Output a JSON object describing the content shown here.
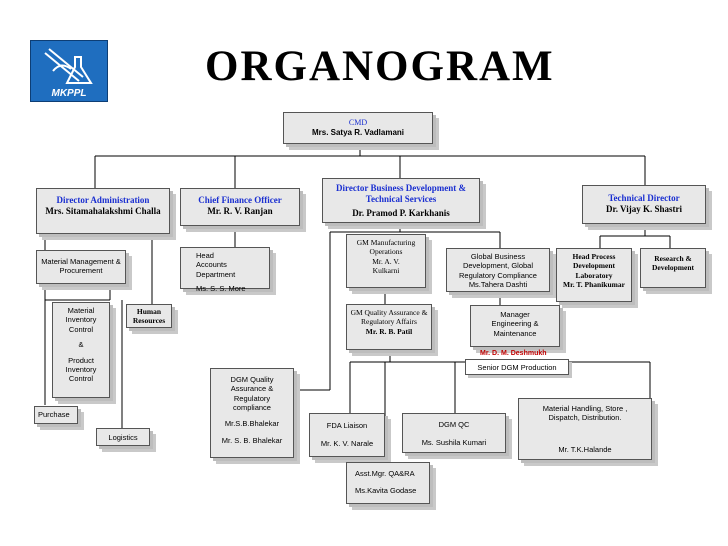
{
  "title": "ORGANOGRAM",
  "logo": {
    "text": "MKPPL"
  },
  "cmd": {
    "role": "CMD",
    "name": "Mrs. Satya  R. Vadlamani"
  },
  "director_admin": {
    "role": "Director Administration",
    "name": "Mrs.  Sitamahalakshmi Challa"
  },
  "cfo": {
    "role": "Chief Finance Officer",
    "name": "Mr. R. V. Ranjan"
  },
  "director_bd": {
    "role": "Director Business Development & Technical Services",
    "name": "Dr. Pramod P. Karkhanis"
  },
  "technical_director": {
    "role": "Technical Director",
    "name": "Dr. Vijay K. Shastri"
  },
  "material_mgmt": {
    "label": "Material Management & Procurement"
  },
  "material_inventory": {
    "line1": "Material Inventory Control",
    "amp": "&",
    "line2": "Product Inventory Control"
  },
  "human_resources": {
    "label": "Human Resources"
  },
  "purchase": {
    "label": "Purchase"
  },
  "logistics": {
    "label": "Logistics"
  },
  "head_accounts": {
    "role": "Head Accounts Department",
    "name": "Ms. S. S. More"
  },
  "gm_manufacturing": {
    "role": "GM Manufacturing Operations",
    "name": "Mr. A. V. Kulkarni"
  },
  "gm_quality": {
    "role": "GM Quality Assurance & Regulatory Affairs",
    "name": "Mr. R. B. Patil"
  },
  "global_business": {
    "role": "Global Business Development, Global Regulatory Compliance",
    "name": "Ms.Tahera Dashti"
  },
  "head_process": {
    "role": "Head Process Development Laboratory",
    "name": "Mr. T. Phanikumar"
  },
  "research": {
    "label": "Research & Development"
  },
  "manager_engineering": {
    "label": "Manager Engineering & Maintenance"
  },
  "senior_dgm": {
    "label": "Senior DGM Production",
    "red_name": "Mr. D. M. Deshmukh"
  },
  "dgm_quality": {
    "role": "DGM Quality Assurance & Regulatory compliance",
    "name1": "Mr.S.B.Bhalekar",
    "name2": "Mr. S. B. Bhalekar"
  },
  "fda_liaison": {
    "role": "FDA Liaison",
    "name": "Mr. K. V. Narale"
  },
  "dgm_qc": {
    "role": "DGM QC",
    "name": "Ms. Sushila Kumari"
  },
  "material_handling": {
    "role": "Material Handling, Store , Dispatch, Distribution.",
    "name": "Mr. T.K.Halande"
  },
  "asst_mgr": {
    "role": "Asst.Mgr. QA&RA",
    "name": "Ms.Kavita Godase"
  }
}
